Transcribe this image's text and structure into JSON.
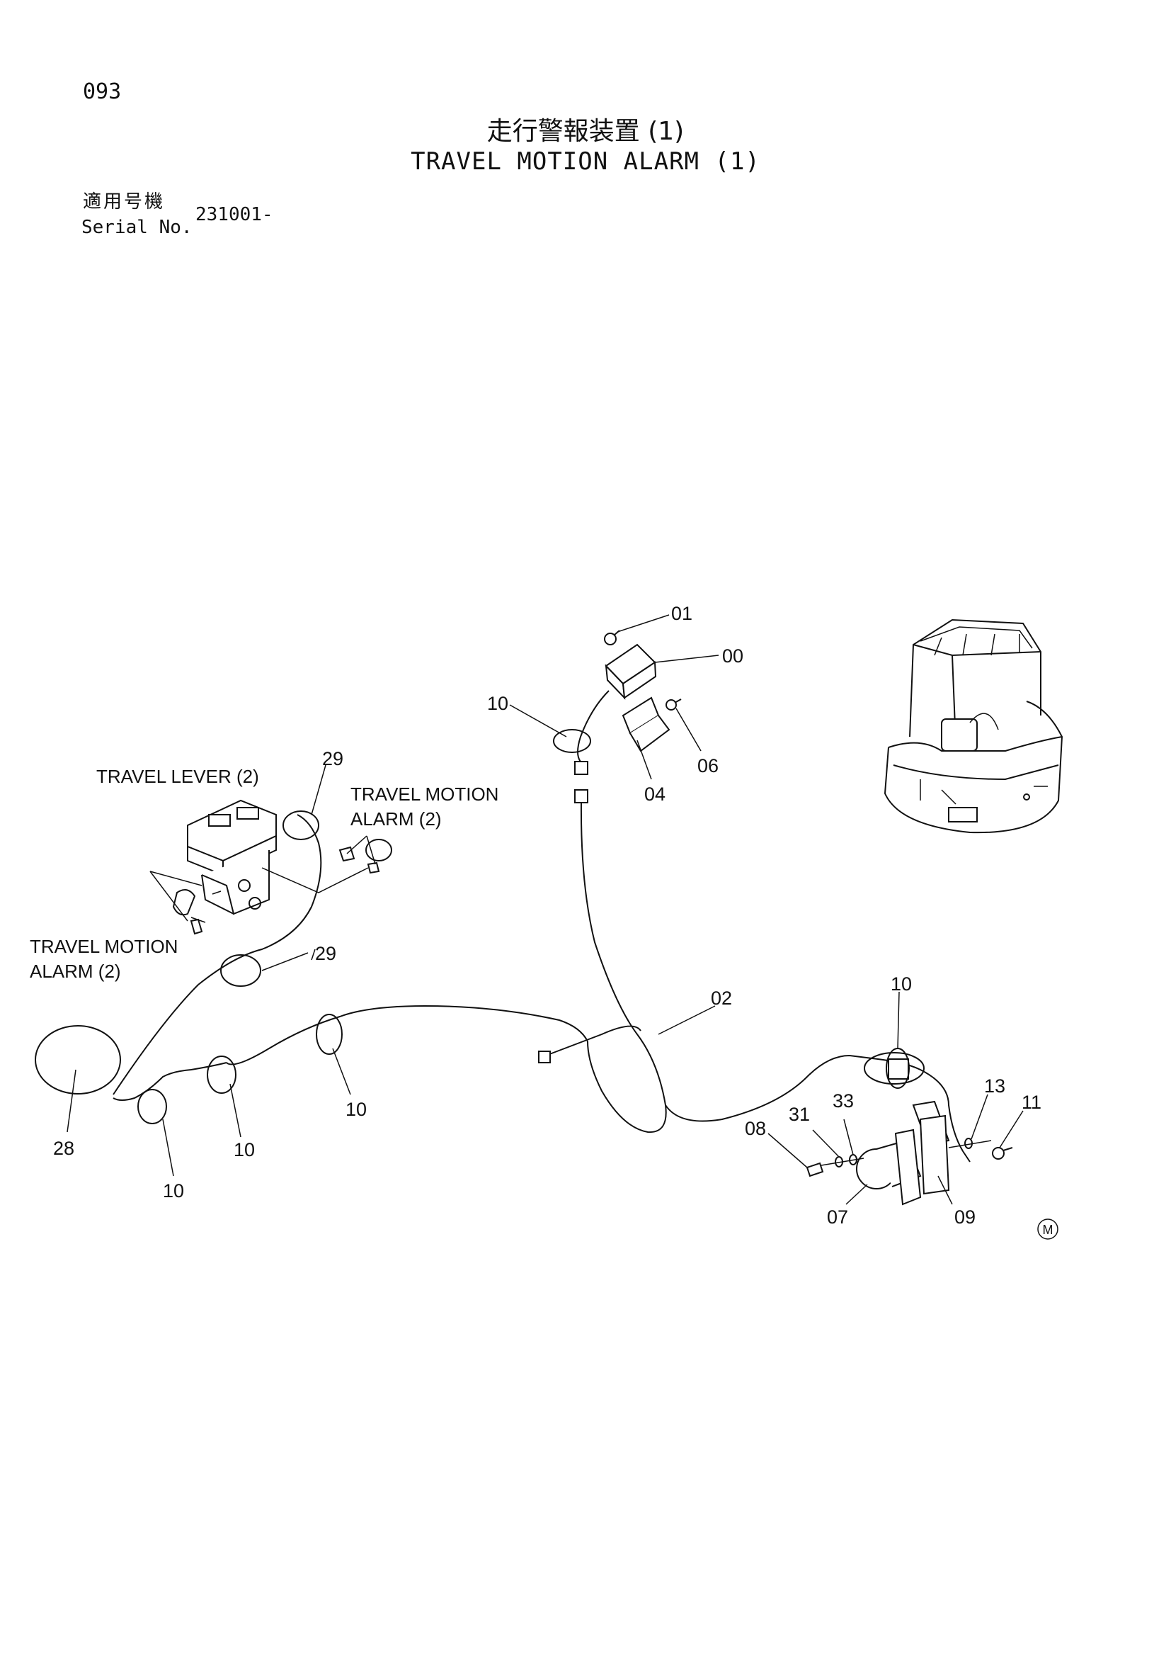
{
  "header": {
    "page_number": "093",
    "title_jp": "走行警報装置 (1)",
    "title_en": "TRAVEL MOTION ALARM (1)",
    "serial_label_jp": "適用号機",
    "serial_label_en": "Serial No.",
    "serial_value": "231001-"
  },
  "notes": {
    "travel_lever": "TRAVEL LEVER (2)",
    "alarm_right_line1": "TRAVEL MOTION",
    "alarm_right_line2": "ALARM (2)",
    "alarm_left_line1": "TRAVEL MOTION",
    "alarm_left_line2": "ALARM (2)"
  },
  "callouts": {
    "c01": "01",
    "c00": "00",
    "c10_top": "10",
    "c06": "06",
    "c04": "04",
    "c29_top": "29",
    "c29_mid": "29",
    "c02": "02",
    "c10_right": "10",
    "c13": "13",
    "c11": "11",
    "c31": "31",
    "c33": "33",
    "c08": "08",
    "c07": "07",
    "c09": "09",
    "c28": "28",
    "c10_a": "10",
    "c10_b": "10",
    "c10_c": "10"
  },
  "mark": "M"
}
